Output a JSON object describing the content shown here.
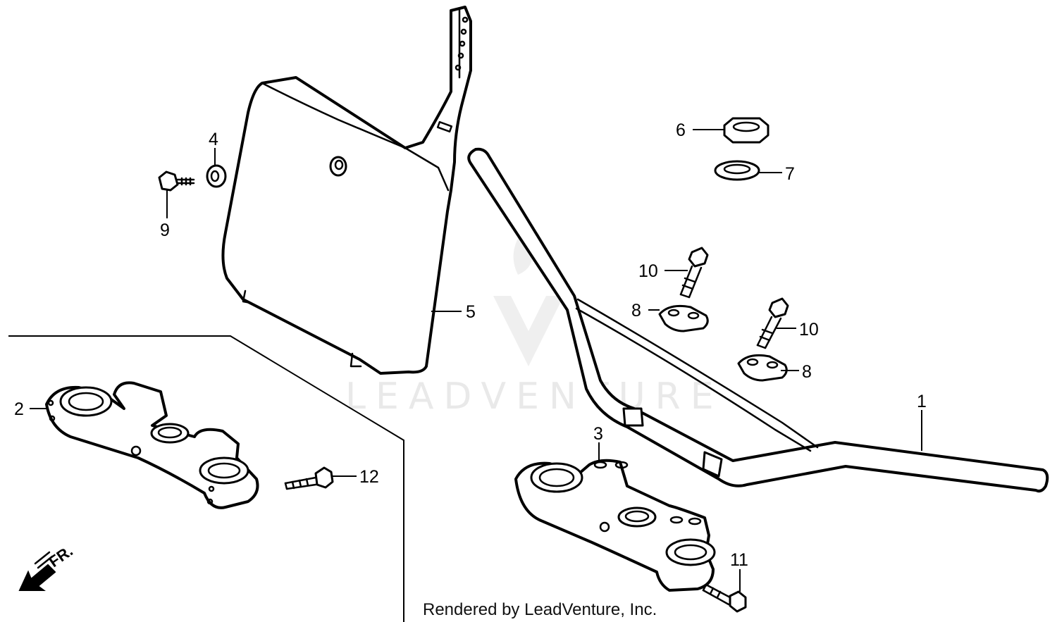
{
  "diagram": {
    "callouts": [
      "1",
      "2",
      "3",
      "4",
      "5",
      "6",
      "7",
      "8",
      "8",
      "9",
      "10",
      "10",
      "11",
      "12"
    ],
    "direction_label": "FR.",
    "watermark": "LEADVENTURE",
    "footer": "Rendered by LeadVenture, Inc."
  },
  "colors": {
    "line": "#000000",
    "background": "#ffffff",
    "watermark": "#e9e9e9"
  }
}
